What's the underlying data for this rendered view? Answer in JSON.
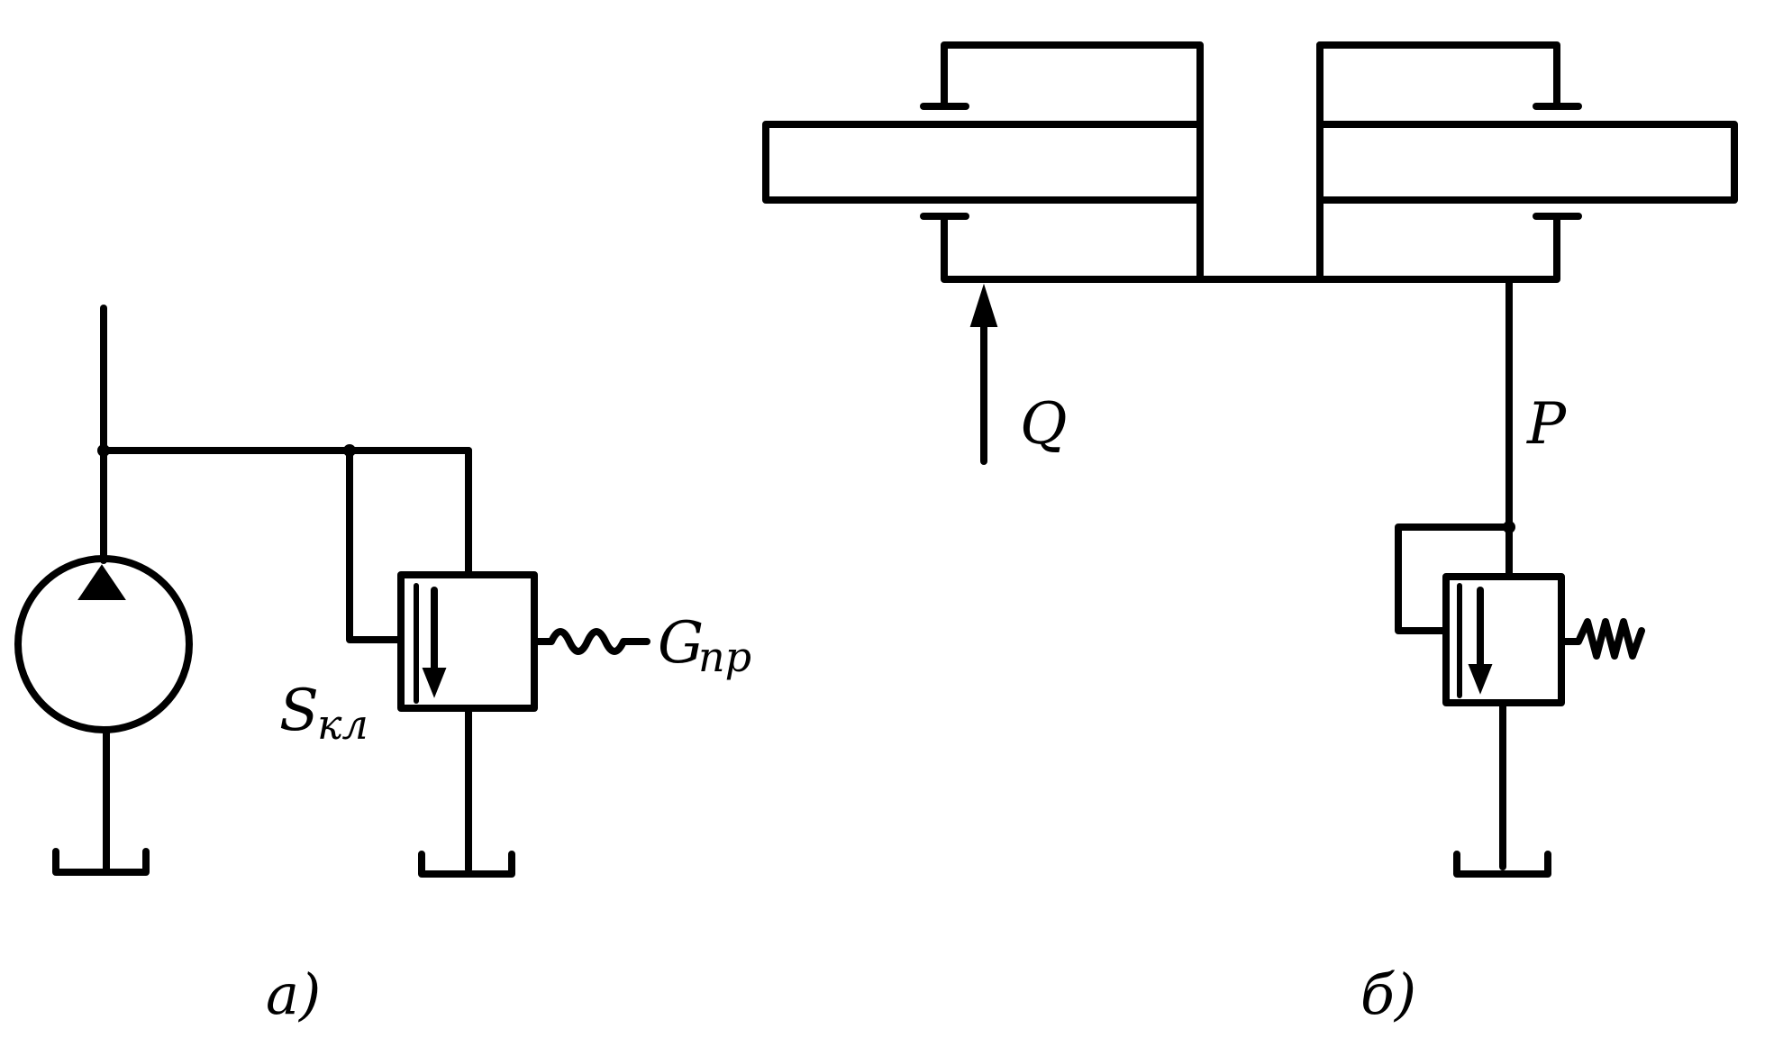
{
  "labels": {
    "s_main": "S",
    "s_sub": "кл",
    "g_main": "G",
    "g_sub": "пр",
    "q": "Q",
    "p": "P",
    "caption_a": "а)",
    "caption_b": "б)"
  },
  "colors": {
    "ink": "#000000",
    "paper": "#ffffff"
  }
}
